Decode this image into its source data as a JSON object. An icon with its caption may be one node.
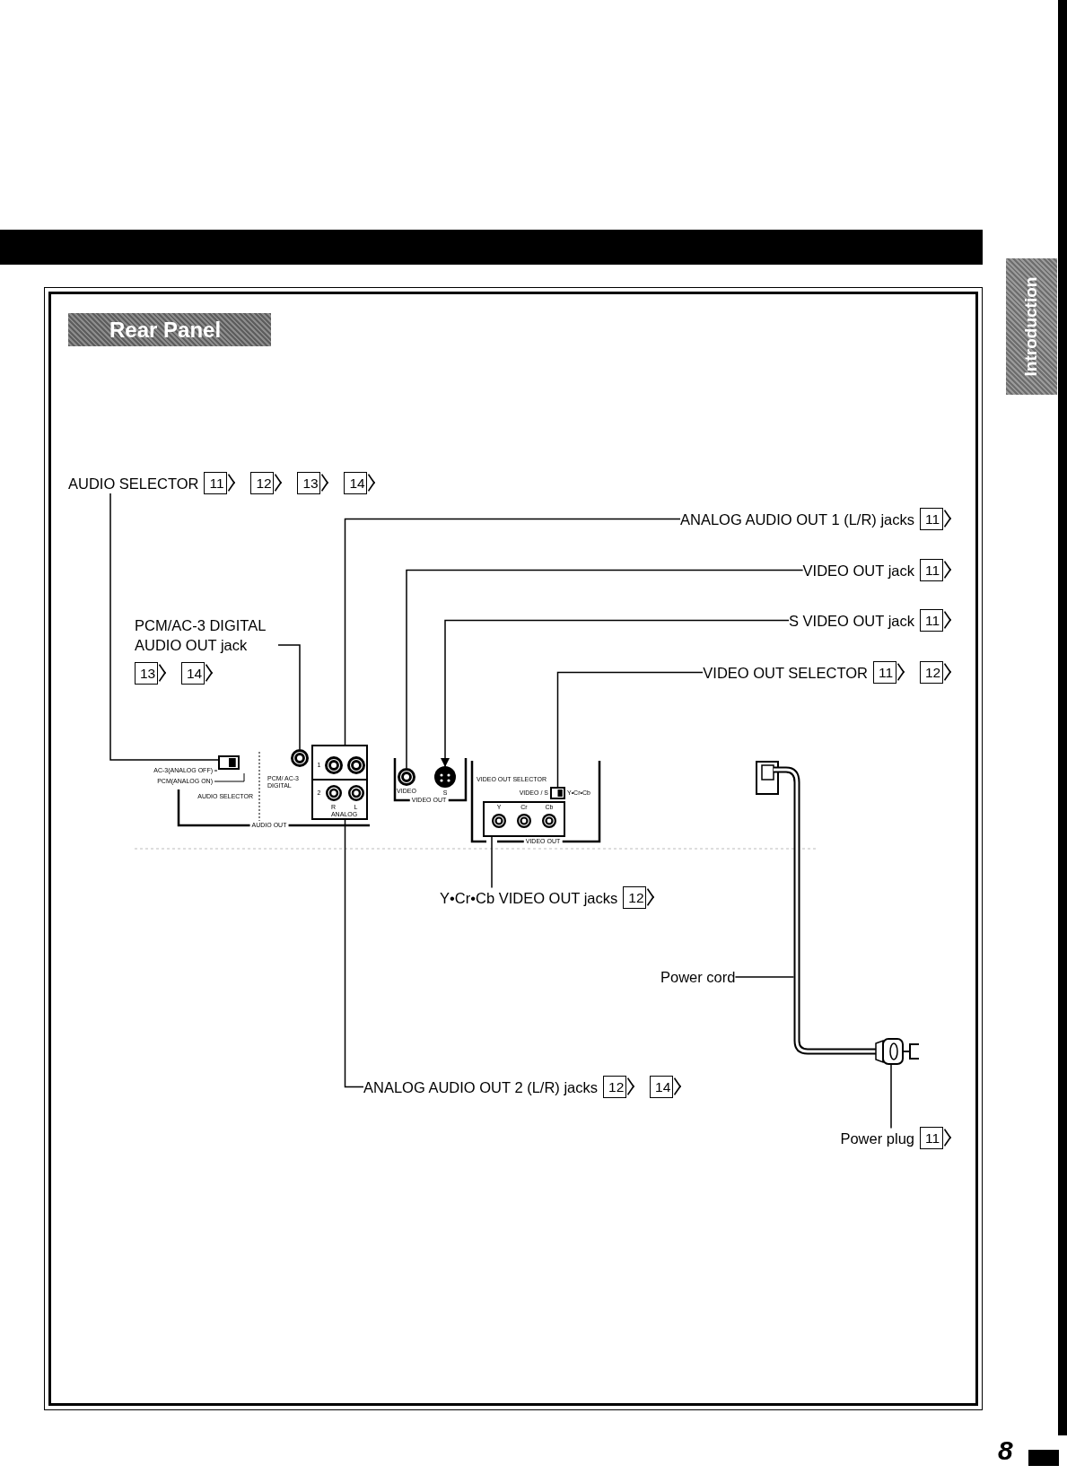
{
  "diagram": {
    "title": "Rear Panel",
    "nodes": [
      {
        "text": [
          "AUDIO SELECTOR"
        ],
        "beside": [
          "11",
          "12",
          "13",
          "14"
        ]
      },
      {
        "text": [
          "ANALOG AUDIO OUT 1 (L/R) jacks"
        ],
        "beside": [
          "11"
        ]
      },
      {
        "text": [
          "VIDEO OUT jack"
        ],
        "beside": [
          "11"
        ]
      },
      {
        "text": [
          "S VIDEO OUT jack"
        ],
        "beside": [
          "11"
        ]
      },
      {
        "text": [
          "PCM/AC-3 DIGITAL AUDIO OUT jack"
        ],
        "beside": [
          "13",
          "14"
        ]
      },
      {
        "text": [
          "VIDEO OUT SELECTOR"
        ],
        "beside": [
          "11",
          "12"
        ]
      },
      {
        "text": [
          "Y•Cr•Cb VIDEO OUT jacks"
        ],
        "beside": [
          "12"
        ]
      },
      {
        "text": [
          "Power cord"
        ]
      },
      {
        "text": [
          "ANALOG AUDIO OUT 2 (L/R) jacks"
        ],
        "beside": [
          "12",
          "14"
        ]
      },
      {
        "text": [
          "Power plug"
        ],
        "beside": [
          "11"
        ]
      },
      {
        "text": [],
        "shape": "box",
        "beside": [
          "AC-3(ANALOG OFF)",
          "PCM(ANALOG ON)",
          "AUDIO SELECTOR"
        ]
      },
      {
        "text": [],
        "shape": "circle",
        "beside": [
          "PCM/ AC-3 DIGITAL"
        ]
      },
      {
        "text": [
          "1",
          "2",
          "R",
          "L",
          "ANALOG"
        ]
      },
      {
        "text": [],
        "shape": "circle",
        "beside": [
          "VIDEO"
        ]
      },
      {
        "text": [],
        "shape": "circle",
        "beside": [
          "S"
        ]
      },
      {
        "text": [],
        "shape": "box",
        "beside": [
          "VIDEO OUT SELECTOR",
          "VIDEO / S",
          "Y•Cr•Cb"
        ]
      },
      {
        "text": [
          "Y",
          "Cr",
          "Cb"
        ]
      },
      {
        "text": [],
        "shape": "cable"
      },
      {
        "text": [],
        "shape": "plug"
      }
    ],
    "edges": [
      {
        "from": 0,
        "to": 10,
        "arrow": "none"
      },
      {
        "from": 1,
        "to": 12,
        "arrow": "none"
      },
      {
        "from": 2,
        "to": 13,
        "arrow": "none"
      },
      {
        "from": 3,
        "to": 14,
        "arrow": "to"
      },
      {
        "from": 4,
        "to": 11,
        "arrow": "none"
      },
      {
        "from": 5,
        "to": 15,
        "arrow": "none"
      },
      {
        "from": 6,
        "to": 16,
        "arrow": "none"
      },
      {
        "from": 7,
        "to": 17,
        "arrow": "none"
      },
      {
        "from": 8,
        "to": 12,
        "arrow": "none"
      },
      {
        "from": 9,
        "to": 18,
        "arrow": "none"
      }
    ],
    "labels": [
      "Introduction",
      "AUDIO OUT",
      "VIDEO OUT",
      "VIDEO OUT",
      "8"
    ]
  }
}
